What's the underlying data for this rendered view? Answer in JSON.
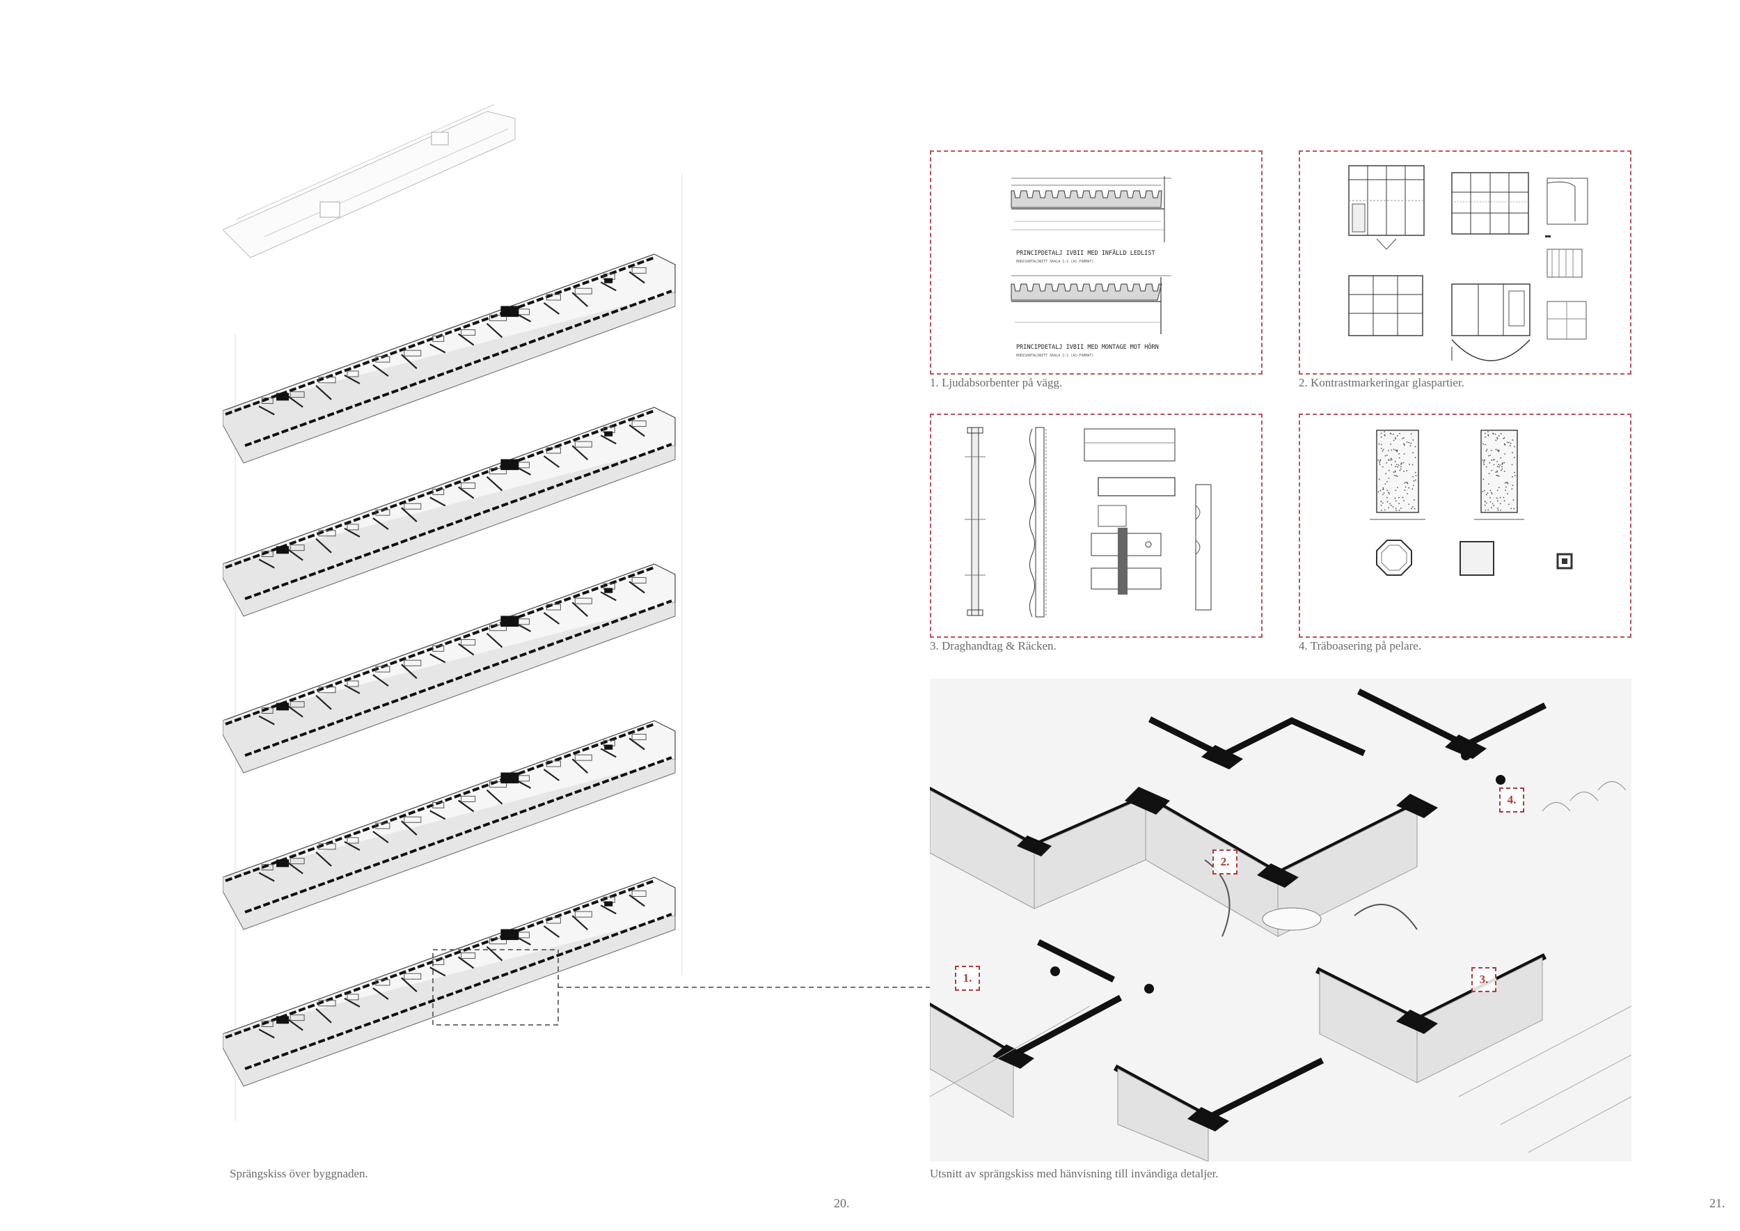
{
  "left_page": {
    "caption": "Sprängskiss över byggnaden.",
    "page_number": "20."
  },
  "right_page": {
    "caption": "Utsnitt av sprängskiss med hänvisning till invändiga detaljer.",
    "page_number": "21."
  },
  "details": [
    {
      "caption": "1. Ljudabsorbenter på vägg.",
      "drawing_titles": [
        "PRINCIPDETALJ IVBII MED INFÄLLD LEDLIST",
        "PRINCIPDETALJ IVBII MED MONTAGE MOT HÖRN"
      ],
      "drawing_subtitles": [
        "HORISONTALSNITT SKALA 1:2 (A1-FORMAT)",
        "HORISONTALSNITT SKALA 1:2 (A1-FORMAT)"
      ]
    },
    {
      "caption": "2. Kontrastmarkeringar glaspartier."
    },
    {
      "caption": "3. Draghandtag & Räcken."
    },
    {
      "caption": "4. Träboasering på pelare."
    }
  ],
  "markers": [
    "1.",
    "2.",
    "3.",
    "4."
  ],
  "colors": {
    "accent": "#c0505a",
    "marker": "#b23a3a",
    "line": "#222222"
  }
}
